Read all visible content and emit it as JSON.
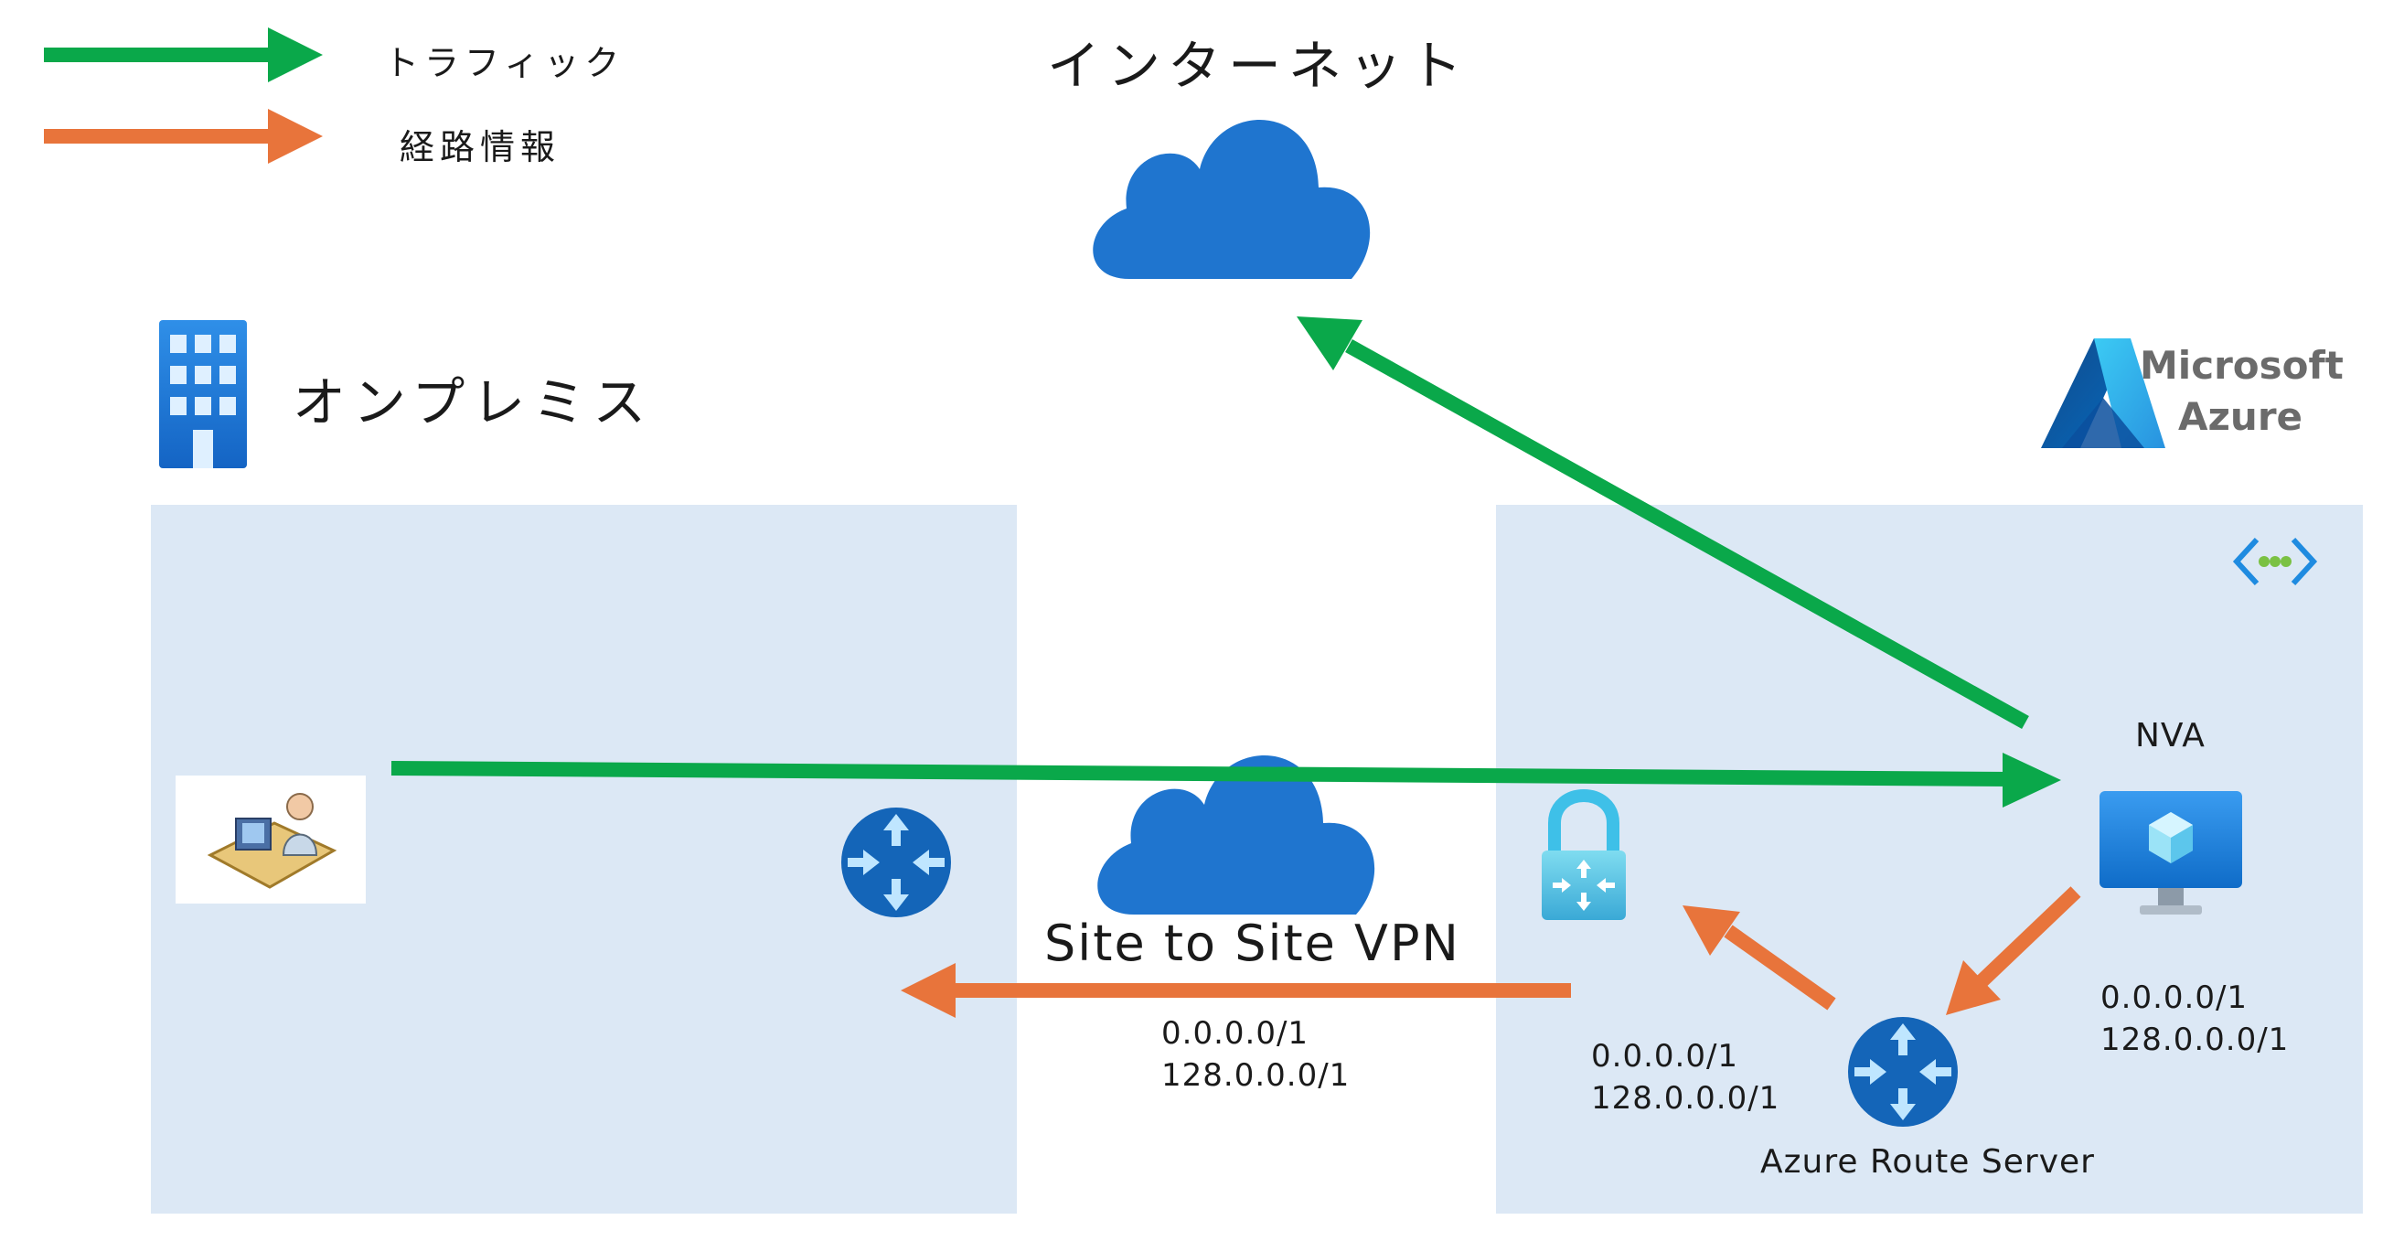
{
  "legend": {
    "traffic_label": "トラフィック",
    "routing_label": "経路情報",
    "traffic_color": "#0aa84a",
    "routing_color": "#e8743b"
  },
  "internet": {
    "label": "インターネット",
    "icon": "cloud-icon"
  },
  "onprem": {
    "label": "オンプレミス",
    "icon": "building-icon",
    "user_icon": "user-workstation-icon",
    "router_icon": "router-icon"
  },
  "vpn": {
    "label": "Site to Site VPN",
    "icon": "cloud-icon"
  },
  "azure": {
    "brand_line1": "Microsoft",
    "brand_line2": "Azure",
    "vnet_icon": "virtual-network-icon",
    "vpn_gateway_icon": "vpn-gateway-icon",
    "nva": {
      "label": "NVA",
      "icon": "virtual-machine-icon"
    },
    "route_server": {
      "label": "Azure Route Server",
      "icon": "router-icon"
    }
  },
  "routes": {
    "nva_to_rs": {
      "line1": "0.0.0.0/1",
      "line2": "128.0.0.0/1"
    },
    "rs_to_gw": {
      "line1": "0.0.0.0/1",
      "line2": "128.0.0.0/1"
    },
    "gw_to_onprem": {
      "line1": "0.0.0.0/1",
      "line2": "128.0.0.0/1"
    }
  }
}
